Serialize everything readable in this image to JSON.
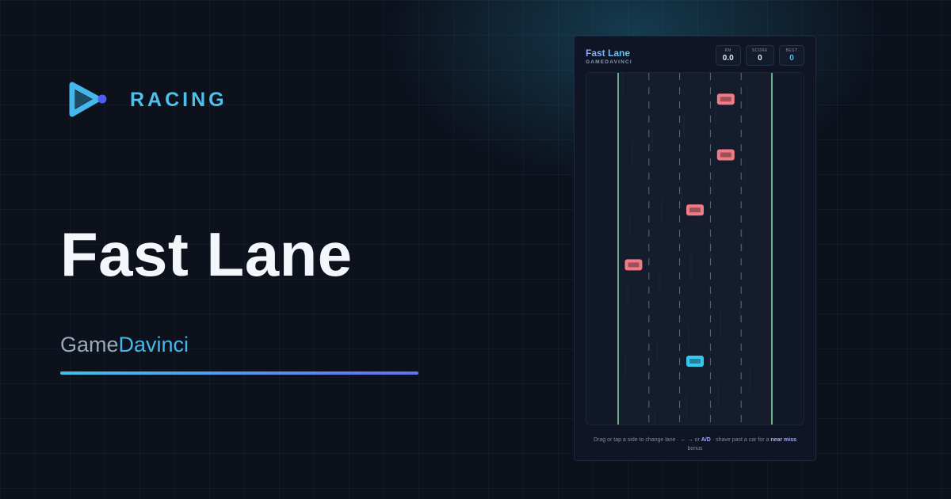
{
  "hero": {
    "category": "RACING",
    "title": "Fast Lane",
    "brand_part1": "Game",
    "brand_part2": "Davinci",
    "colors": {
      "accent": "#44b8ec",
      "accent_end": "#6470f0",
      "logo_dot": "#4f5df5"
    }
  },
  "game": {
    "title": "Fast Lane",
    "subtitle": "GAMEDAVINCI",
    "stats": [
      {
        "label": "KM",
        "value": "0.0"
      },
      {
        "label": "SCORE",
        "value": "0"
      },
      {
        "label": "BEST",
        "value": "0"
      }
    ],
    "hint": {
      "prefix": "Drag or tap a side to change lane · ",
      "keys_arrows": "← →",
      "or": " or ",
      "keys_ad": "A/D",
      "mid": " · shave past a car for a ",
      "near_miss": "near miss",
      "suffix": " bonus"
    },
    "road": {
      "lanes": 5,
      "colors": {
        "enemy": "#f07b86",
        "player": "#37c8ef",
        "edge": "#7cd3a0",
        "asphalt": "#151d2d"
      },
      "enemy_cars": [
        {
          "lane": 4,
          "distance_from_top": 0.075
        },
        {
          "lane": 4,
          "distance_from_top": 0.233
        },
        {
          "lane": 3,
          "distance_from_top": 0.39
        },
        {
          "lane": 1,
          "distance_from_top": 0.546
        }
      ],
      "player_car": {
        "lane": 3
      }
    }
  }
}
